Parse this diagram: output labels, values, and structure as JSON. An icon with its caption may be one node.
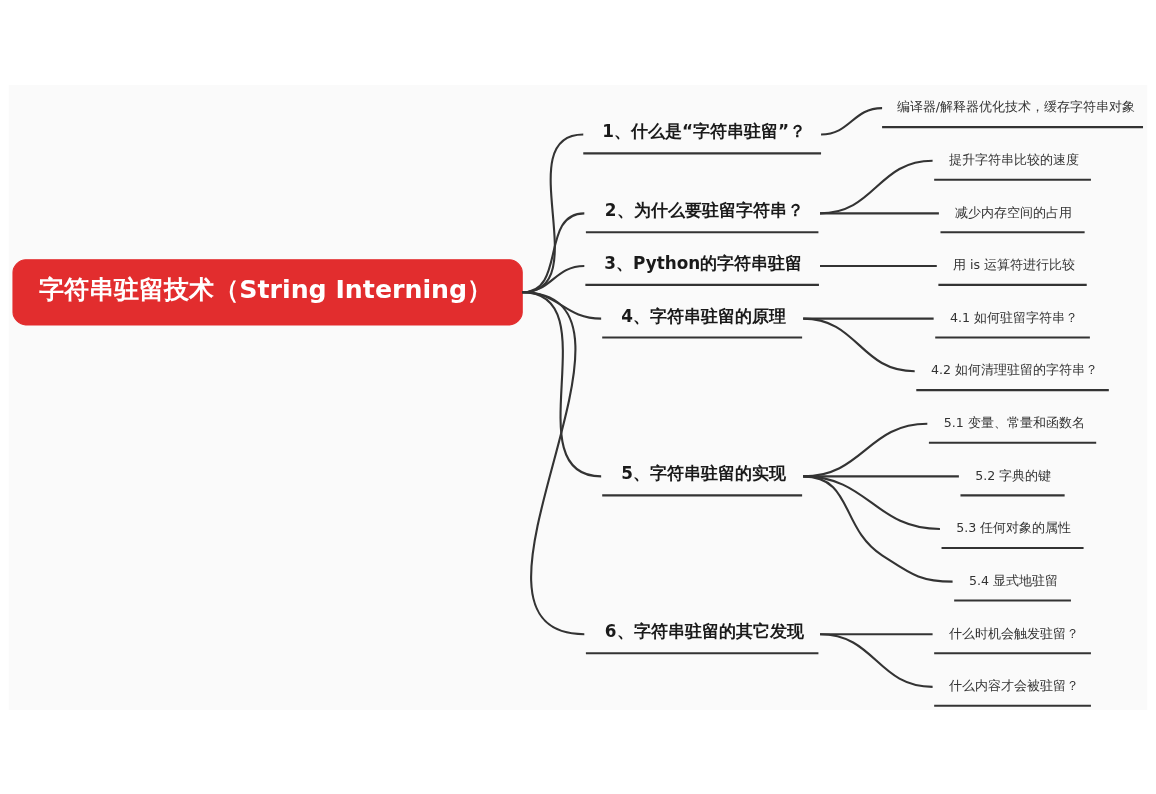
{
  "diagram": {
    "nodes": [
      {
        "text": [
          "字符串驻留技术（String Interning）"
        ]
      },
      {
        "text": [
          "1、什么是“字符串驻留”？"
        ]
      },
      {
        "text": [
          "编译器/解释器优化技术，缓存字符串对象"
        ]
      },
      {
        "text": [
          "2、为什么要驻留字符串？"
        ]
      },
      {
        "text": [
          "提升字符串比较的速度"
        ]
      },
      {
        "text": [
          "减少内存空间的占用"
        ]
      },
      {
        "text": [
          "3、Python的字符串驻留"
        ]
      },
      {
        "text": [
          "用 is 运算符进行比较"
        ]
      },
      {
        "text": [
          "4、字符串驻留的原理"
        ]
      },
      {
        "text": [
          "4.1 如何驻留字符串？"
        ]
      },
      {
        "text": [
          "4.2 如何清理驻留的字符串？"
        ]
      },
      {
        "text": [
          "5、字符串驻留的实现"
        ]
      },
      {
        "text": [
          "5.1 变量、常量和函数名"
        ]
      },
      {
        "text": [
          "5.2 字典的键"
        ]
      },
      {
        "text": [
          "5.3 任何对象的属性"
        ]
      },
      {
        "text": [
          "5.4 显式地驻留"
        ]
      },
      {
        "text": [
          "6、字符串驻留的其它发现"
        ]
      },
      {
        "text": [
          "什么时机会触发驻留？"
        ]
      },
      {
        "text": [
          "什么内容才会被驻留？"
        ]
      }
    ],
    "edges": [
      {
        "from": 0,
        "to": 1,
        "arrow": "none"
      },
      {
        "from": 1,
        "to": 2,
        "arrow": "none"
      },
      {
        "from": 0,
        "to": 3,
        "arrow": "none"
      },
      {
        "from": 3,
        "to": 4,
        "arrow": "none"
      },
      {
        "from": 3,
        "to": 5,
        "arrow": "none"
      },
      {
        "from": 0,
        "to": 6,
        "arrow": "none"
      },
      {
        "from": 6,
        "to": 7,
        "arrow": "none"
      },
      {
        "from": 0,
        "to": 8,
        "arrow": "none"
      },
      {
        "from": 8,
        "to": 9,
        "arrow": "none"
      },
      {
        "from": 8,
        "to": 10,
        "arrow": "none"
      },
      {
        "from": 0,
        "to": 11,
        "arrow": "none"
      },
      {
        "from": 11,
        "to": 12,
        "arrow": "none"
      },
      {
        "from": 11,
        "to": 13,
        "arrow": "none"
      },
      {
        "from": 11,
        "to": 14,
        "arrow": "none"
      },
      {
        "from": 11,
        "to": 15,
        "arrow": "none"
      },
      {
        "from": 0,
        "to": 16,
        "arrow": "none"
      },
      {
        "from": 16,
        "to": 17,
        "arrow": "none"
      },
      {
        "from": 16,
        "to": 18,
        "arrow": "none"
      }
    ]
  }
}
